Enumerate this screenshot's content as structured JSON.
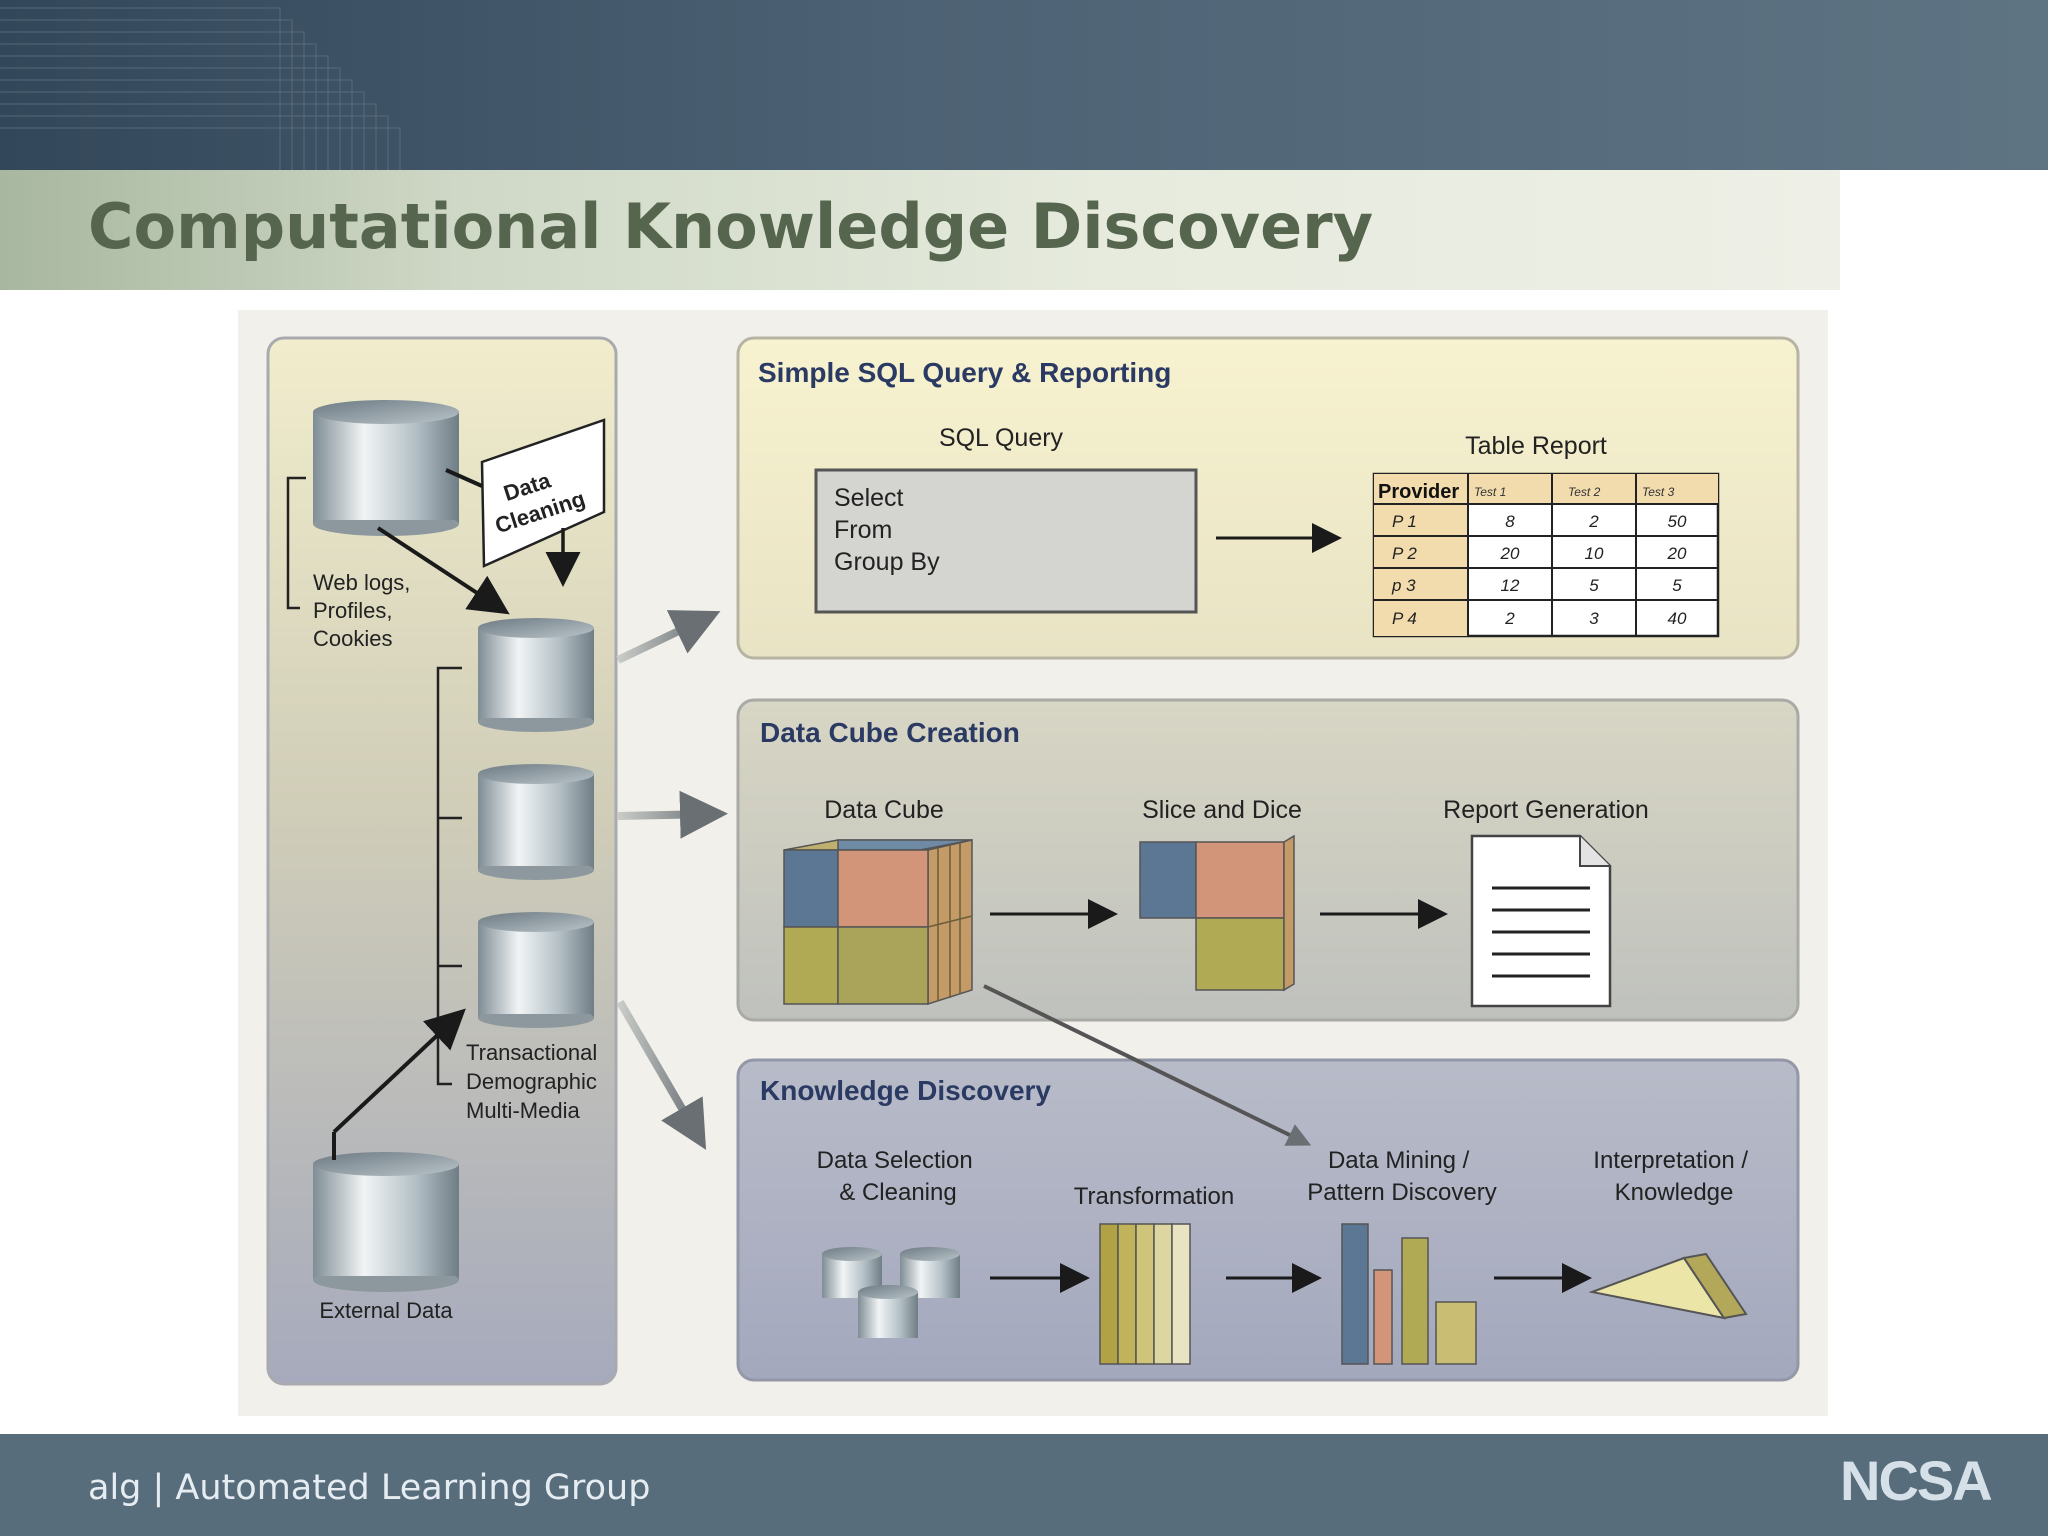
{
  "slide": {
    "title": "Computational Knowledge Discovery",
    "footer": "alg | Automated Learning Group",
    "logo": "NCSA"
  },
  "diagram": {
    "left_panel": {
      "web_logs_label": [
        "Web logs,",
        "Profiles,",
        "Cookies"
      ],
      "data_cleaning_label": [
        "Data",
        "Cleaning"
      ],
      "warehouse_label": [
        "Transactional",
        "Demographic",
        "Multi-Media"
      ],
      "external_label": "External Data"
    },
    "sql_section": {
      "title": "Simple SQL Query & Reporting",
      "query_label": "SQL Query",
      "query_lines": [
        "Select",
        "From",
        "Group By"
      ],
      "report_label": "Table Report",
      "table": {
        "headers": [
          "Provider",
          "Test 1",
          "Test 2",
          "Test 3"
        ],
        "rows": [
          [
            "P 1",
            "8",
            "2",
            "50"
          ],
          [
            "P 2",
            "20",
            "10",
            "20"
          ],
          [
            "p 3",
            "12",
            "5",
            "5"
          ],
          [
            "P 4",
            "2",
            "3",
            "40"
          ]
        ]
      }
    },
    "cube_section": {
      "title": "Data Cube Creation",
      "steps": [
        "Data Cube",
        "Slice and Dice",
        "Report Generation"
      ]
    },
    "kd_section": {
      "title": "Knowledge Discovery",
      "steps": [
        [
          "Data Selection",
          "& Cleaning"
        ],
        [
          "Transformation"
        ],
        [
          "Data Mining /",
          "Pattern Discovery"
        ],
        [
          "Interpretation /",
          "Knowledge"
        ]
      ]
    }
  },
  "colors": {
    "cube_blue": "#5b7794",
    "cube_salmon": "#d3957a",
    "cube_olive": "#b0aa55",
    "section_title": "#2a3a63"
  }
}
